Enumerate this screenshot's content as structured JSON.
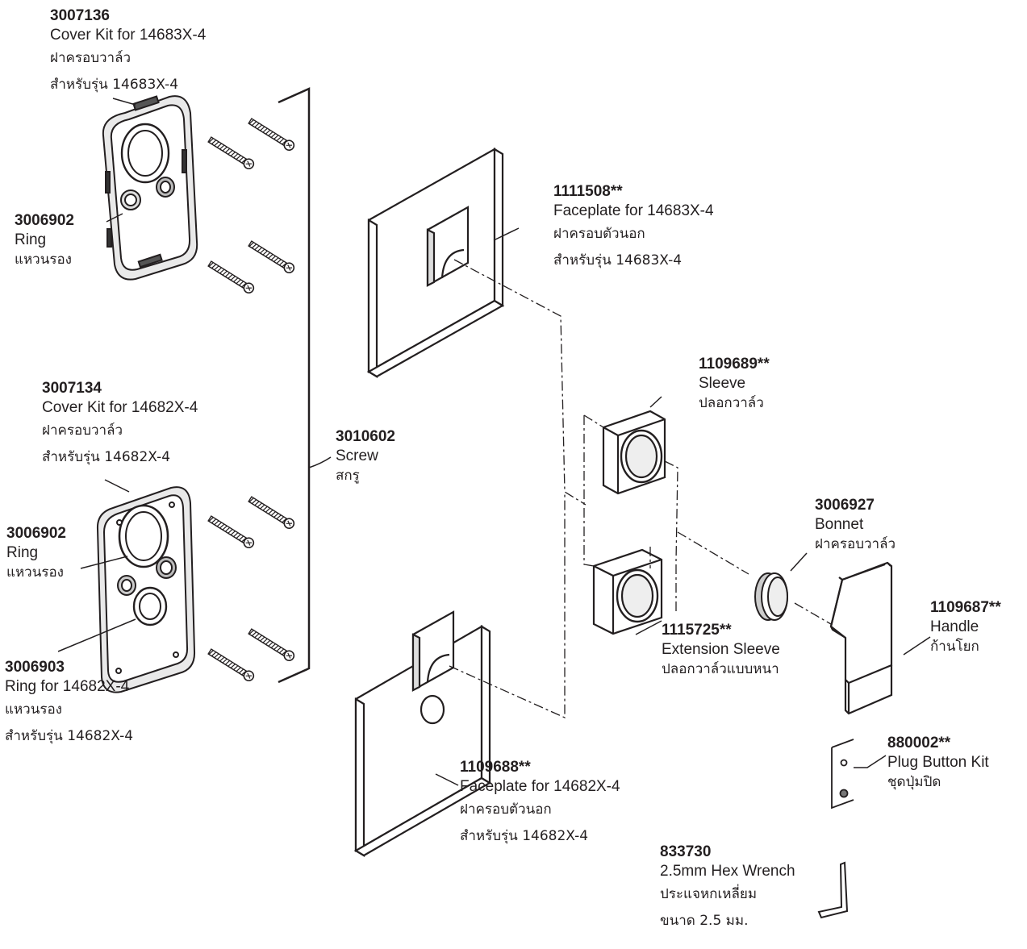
{
  "labels": {
    "cover_kit_14683": {
      "part": "3007136",
      "en": "Cover Kit for 14683X-4",
      "th1": "ฝาครอบวาล์ว",
      "th2": "สำหรับรุ่น 14683X-4"
    },
    "ring_top": {
      "part": "3006902",
      "en": "Ring",
      "th1": "แหวนรอง"
    },
    "cover_kit_14682": {
      "part": "3007134",
      "en": "Cover Kit for 14682X-4",
      "th1": "ฝาครอบวาล์ว",
      "th2": "สำหรับรุ่น 14682X-4"
    },
    "ring_bottom": {
      "part": "3006902",
      "en": "Ring",
      "th1": "แหวนรอง"
    },
    "ring_14682": {
      "part": "3006903",
      "en": "Ring for 14682X-4",
      "th1": "แหวนรอง",
      "th2": "สำหรับรุ่น 14682X-4"
    },
    "screw": {
      "part": "3010602",
      "en": "Screw",
      "th1": "สกรู"
    },
    "faceplate_14683": {
      "part": "1111508**",
      "en": "Faceplate for 14683X-4",
      "th1": "ฝาครอบตัวนอก",
      "th2": "สำหรับรุ่น 14683X-4"
    },
    "sleeve": {
      "part": "1109689**",
      "en": "Sleeve",
      "th1": "ปลอกวาล์ว"
    },
    "bonnet": {
      "part": "3006927",
      "en": "Bonnet",
      "th1": "ฝาครอบวาล์ว"
    },
    "extension_sleeve": {
      "part": "1115725**",
      "en": "Extension Sleeve",
      "th1": "ปลอกวาล์วแบบหนา"
    },
    "handle": {
      "part": "1109687**",
      "en": "Handle",
      "th1": "ก้านโยก"
    },
    "plug_button_kit": {
      "part": "880002**",
      "en": "Plug Button Kit",
      "th1": "ชุดปุ่มปิด"
    },
    "faceplate_14682": {
      "part": "1109688**",
      "en": "Faceplate for 14682X-4",
      "th1": "ฝาครอบตัวนอก",
      "th2": "สำหรับรุ่น 14682X-4"
    },
    "hex_wrench": {
      "part": "833730",
      "en": "2.5mm Hex Wrench",
      "th1": "ประแจหกเหลี่ยม",
      "th2": "ขนาด 2.5 มม."
    }
  }
}
